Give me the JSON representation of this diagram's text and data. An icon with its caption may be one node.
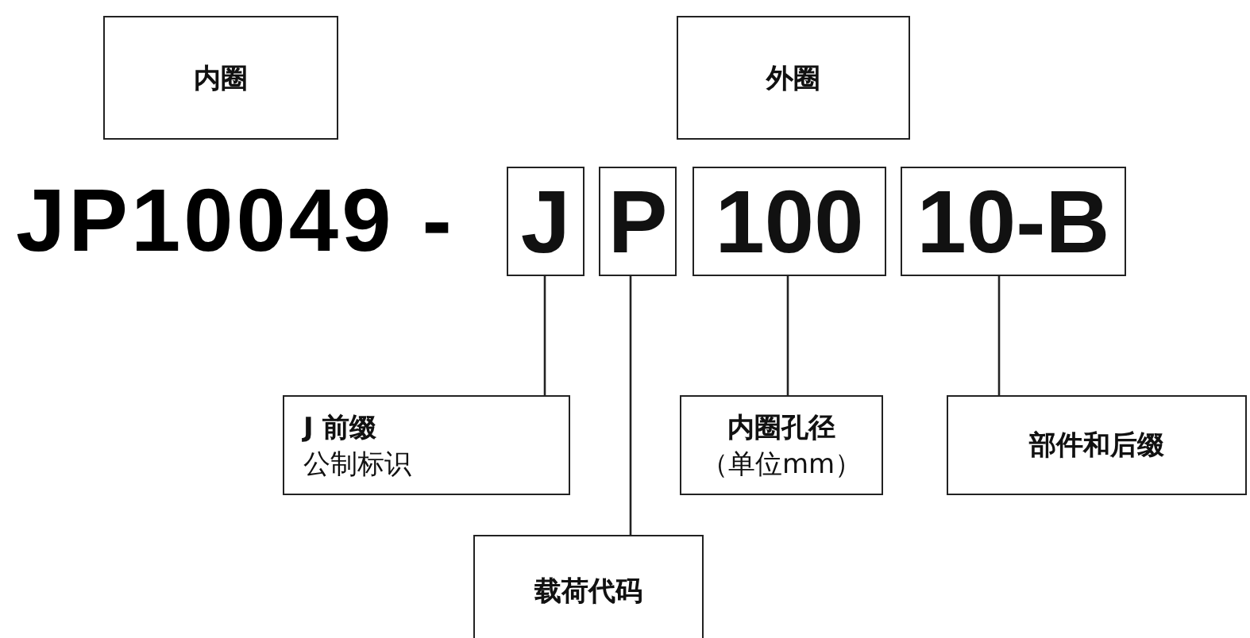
{
  "diagram": {
    "nodes": [
      {
        "text": [
          "内圈"
        ]
      },
      {
        "text": [
          "外圈"
        ]
      },
      {
        "text": [
          "J"
        ]
      },
      {
        "text": [
          "P"
        ]
      },
      {
        "text": [
          "100"
        ]
      },
      {
        "text": [
          "10-B"
        ]
      },
      {
        "text": [
          "J 前缀",
          "公制标识"
        ]
      },
      {
        "text": [
          "内圈孔径",
          "（单位mm）"
        ]
      },
      {
        "text": [
          "部件和后缀"
        ]
      },
      {
        "text": [
          "载荷代码"
        ]
      }
    ],
    "edges": [
      {
        "from": 2,
        "to": 6,
        "arrow": "none"
      },
      {
        "from": 3,
        "to": 9,
        "arrow": "none"
      },
      {
        "from": 4,
        "to": 7,
        "arrow": "none"
      },
      {
        "from": 5,
        "to": 8,
        "arrow": "none"
      }
    ],
    "labels": [
      "JP10049 -"
    ]
  }
}
